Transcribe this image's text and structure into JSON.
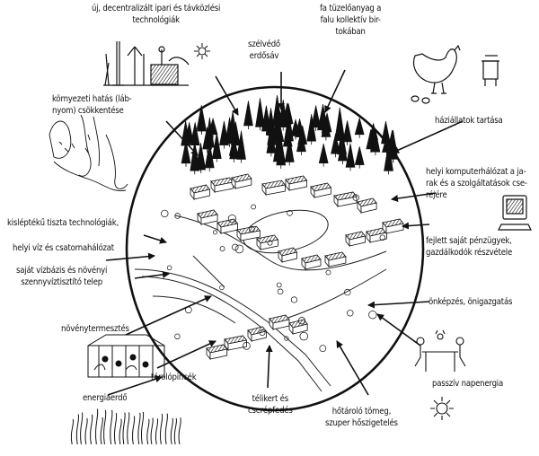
{
  "labels": {
    "tech": "új, decentralizált ipari és távközlési\ntechnológiák",
    "fuel": "fa tüzelőanyag a\nfalu kollektív bir-\ntokában",
    "windbreak": "szélvédő\nerdősáv",
    "footprint": "környezeti hatás (láb-\nnyom) csökkentése",
    "livestock": "háziállatok tartása",
    "network": "helyi komputerhálózat a ja-\nrak és a szolgáltatások cse-\nréjére",
    "clean_tech": "kisléptékű tiszta technológiák,",
    "water_network": "helyi víz és csatornahálózat",
    "water_base": "saját vízbázis és növényi\nszennyvíztisztító telep",
    "finance": "fejlett saját pénzügyek,\ngazdálkodók részvétele",
    "self_gov": "önképzés, önigazgatás",
    "plants": "növénytermesztés",
    "cellars": "tárolópincék",
    "energy_forest": "energiaerdő",
    "winter_garden": "télikert és\ncserépfedés",
    "passive_solar": "passzív napenergia",
    "thermal_mass": "hőtároló tömeg,\nszuper hőszigetelés"
  }
}
